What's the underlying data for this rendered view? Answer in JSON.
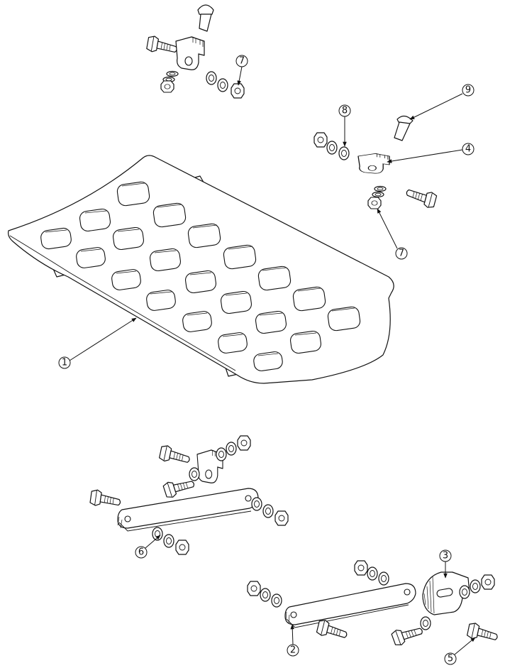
{
  "callouts": [
    {
      "id": "c7a",
      "label": "7"
    },
    {
      "id": "c9",
      "label": "9"
    },
    {
      "id": "c8",
      "label": "8"
    },
    {
      "id": "c4",
      "label": "4"
    },
    {
      "id": "c7b",
      "label": "7"
    },
    {
      "id": "c1",
      "label": "1"
    },
    {
      "id": "c6",
      "label": "6"
    },
    {
      "id": "c3",
      "label": "3"
    },
    {
      "id": "c2",
      "label": "2"
    },
    {
      "id": "c5",
      "label": "5"
    }
  ]
}
